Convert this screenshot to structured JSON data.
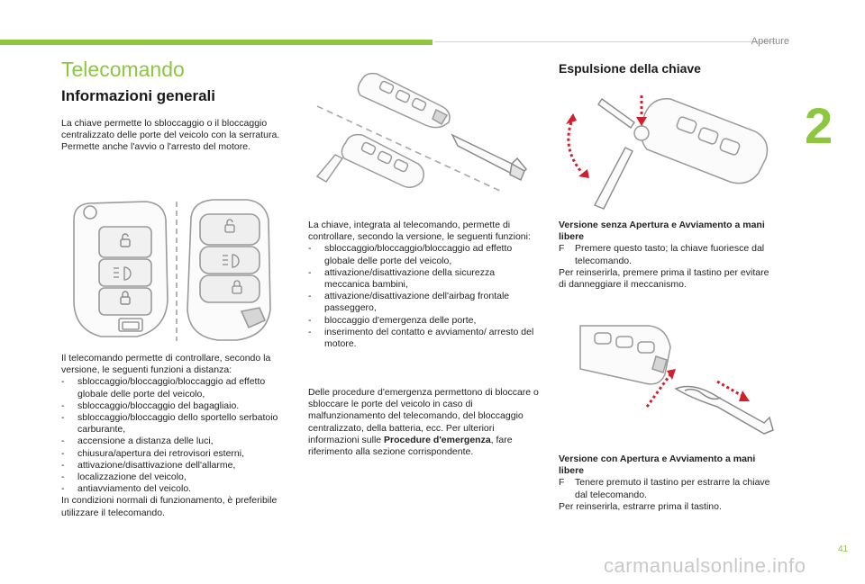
{
  "header": {
    "chapter_label": "Aperture",
    "chapter_number": "2",
    "page_number": "41"
  },
  "left": {
    "section_title": "Telecomando",
    "subtitle": "Informazioni generali",
    "intro_1": "La chiave permette lo sbloccaggio o il bloccaggio centralizzato delle porte del veicolo con la serratura.",
    "intro_2": "Permette anche l'avvio o l'arresto del motore.",
    "functions_intro": "Il telecomando permette di controllare, secondo la versione, le seguenti funzioni a distanza:",
    "functions": [
      "sbloccaggio/bloccaggio/bloccaggio ad effetto globale delle porte del veicolo,",
      "sbloccaggio/bloccaggio del bagagliaio.",
      "sbloccaggio/bloccaggio dello sportello serbatoio carburante,",
      "accensione a distanza delle luci,",
      "chiusura/apertura dei retrovisori esterni,",
      "attivazione/disattivazione dell'allarme,",
      "localizzazione del veicolo,",
      "antiavviamento del veicolo."
    ],
    "functions_outro": "In condizioni normali di funzionamento, è preferibile utilizzare il telecomando."
  },
  "middle": {
    "key_intro": "La chiave, integrata al telecomando, permette di controllare, secondo la versione, le seguenti funzioni:",
    "key_functions": [
      "sbloccaggio/bloccaggio/bloccaggio ad effetto globale delle porte del veicolo,",
      "attivazione/disattivazione della sicurezza meccanica bambini,",
      "attivazione/disattivazione dell'airbag frontale passeggero,",
      "bloccaggio d'emergenza delle porte,",
      "inserimento del contatto e avviamento/ arresto del motore."
    ],
    "emergency_text": "Delle procedure d'emergenza permettono di bloccare o sbloccare le porte del veicolo in caso di malfunzionamento del telecomando, del bloccaggio centralizzato, della batteria, ecc. Per ulteriori informazioni sulle",
    "emergency_bold": "Procedure d'emergenza",
    "emergency_tail": ", fare riferimento alla sezione corrispondente."
  },
  "right": {
    "title": "Espulsione della chiave",
    "v1_title": "Versione senza Apertura e Avviamento a mani libere",
    "v1_step_marker": "F",
    "v1_step": "Premere questo tasto; la chiave fuoriesce dal telecomando.",
    "v1_note": "Per reinserirla, premere prima il tastino per evitare di danneggiare il meccanismo.",
    "v2_title": "Versione con Apertura e Avviamento a mani libere",
    "v2_step_marker": "F",
    "v2_step": "Tenere premuto il tastino per estrarre la chiave dal telecomando.",
    "v2_note": "Per reinserirla, estrarre prima il tastino."
  },
  "watermark": "carmanualsonline.info",
  "colors": {
    "accent": "#8dc63f",
    "arrow_red": "#d0202e",
    "line_gray": "#a8a8a8"
  }
}
